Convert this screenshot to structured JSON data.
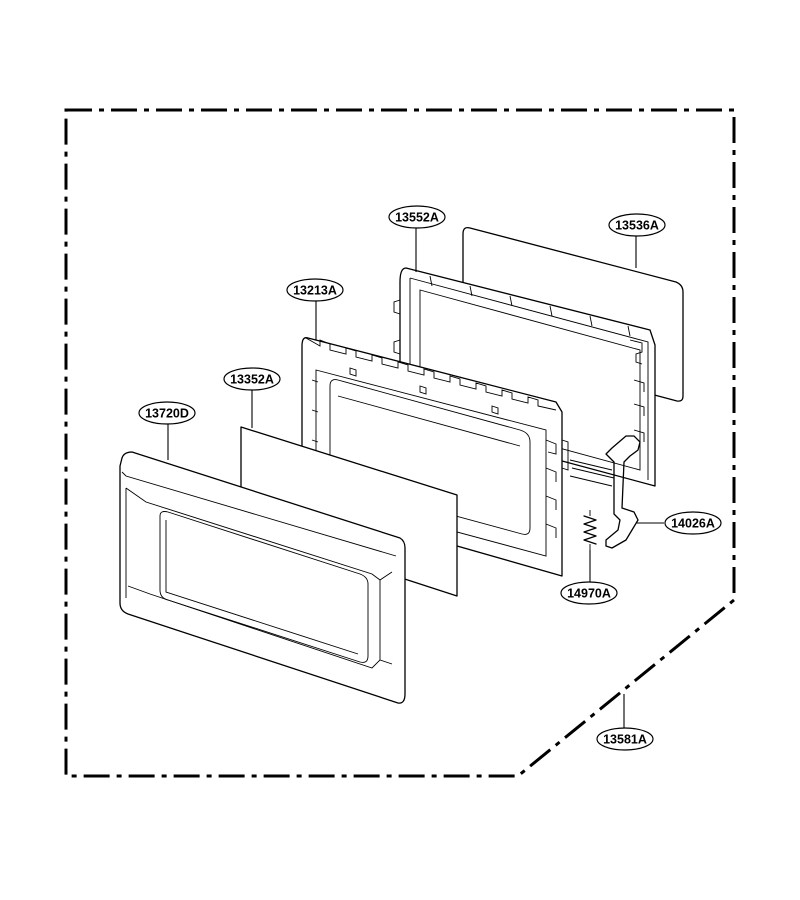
{
  "labels": {
    "l13552A": "13552A",
    "l13536A": "13536A",
    "l13213A": "13213A",
    "l13352A": "13352A",
    "l13720D": "13720D",
    "l14026A": "14026A",
    "l14970A": "14970A",
    "l13581A": "13581A"
  }
}
